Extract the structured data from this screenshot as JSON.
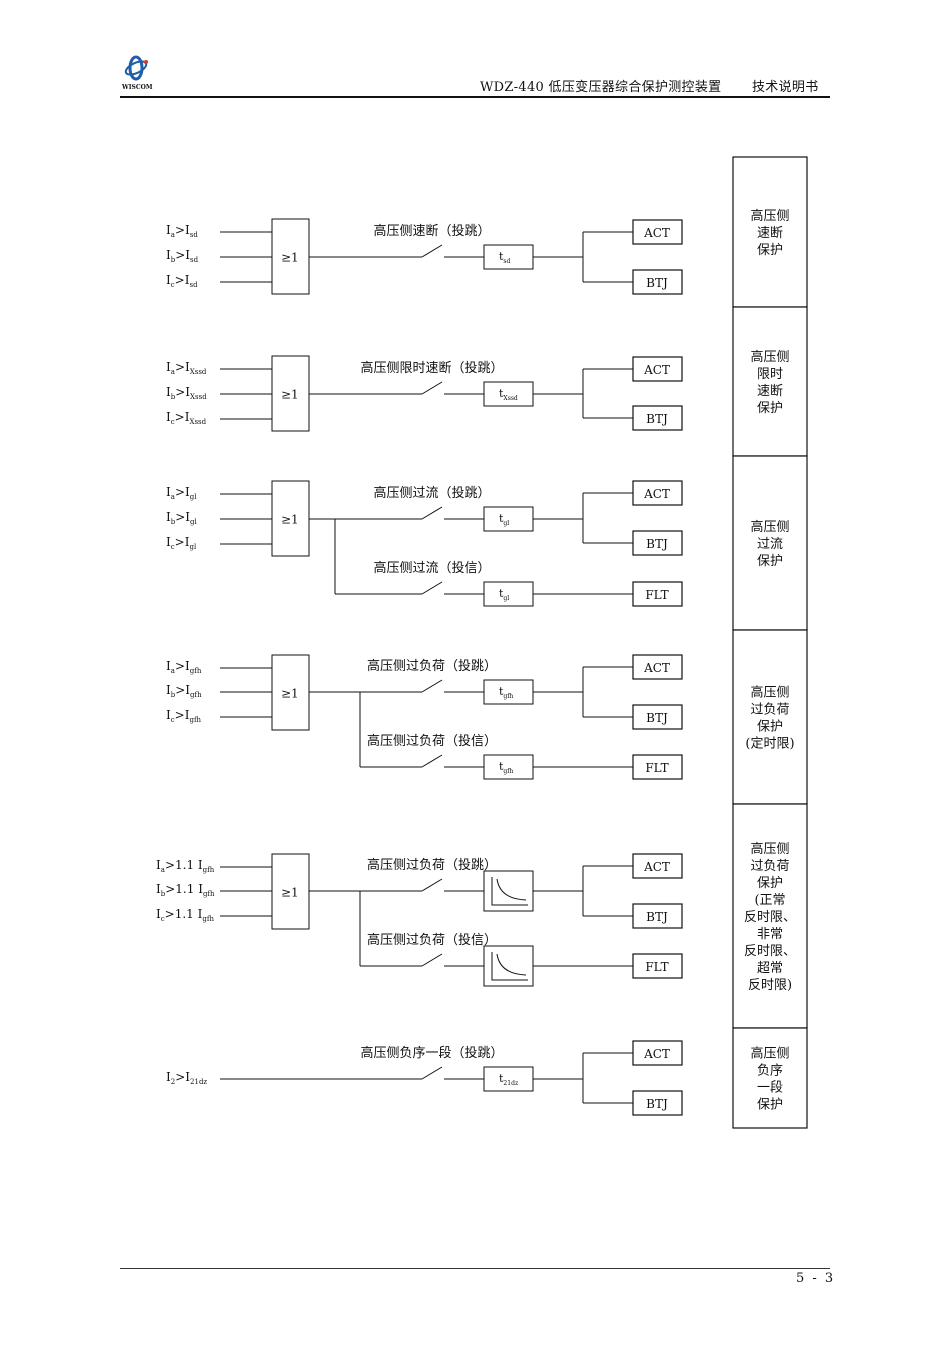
{
  "header": {
    "logo_text": "WISCOM",
    "title": "WDZ-440 低压变压器综合保护测控装置",
    "doc_type": "技术说明书"
  },
  "footer": {
    "page_number": "5 - 3"
  },
  "sections": [
    {
      "id": "sd",
      "inputs": [
        {
          "i": "I",
          "isub": "a",
          "t": "I",
          "tsub": "sd",
          "mult": ""
        },
        {
          "i": "I",
          "isub": "b",
          "t": "I",
          "tsub": "sd",
          "mult": ""
        },
        {
          "i": "I",
          "isub": "c",
          "t": "I",
          "tsub": "sd",
          "mult": ""
        }
      ],
      "gate": "≥1",
      "branches": [
        {
          "label": "高压侧速断（投跳）",
          "timer": {
            "type": "text",
            "main": "t",
            "sub": "sd"
          },
          "outputs": [
            "ACT",
            "BTJ"
          ]
        }
      ],
      "side_label": [
        "高压侧",
        "速断",
        "保护"
      ]
    },
    {
      "id": "xssd",
      "inputs": [
        {
          "i": "I",
          "isub": "a",
          "t": "I",
          "tsub": "Xssd",
          "mult": ""
        },
        {
          "i": "I",
          "isub": "b",
          "t": "I",
          "tsub": "Xssd",
          "mult": ""
        },
        {
          "i": "I",
          "isub": "c",
          "t": "I",
          "tsub": "Xssd",
          "mult": ""
        }
      ],
      "gate": "≥1",
      "branches": [
        {
          "label": "高压侧限时速断（投跳）",
          "timer": {
            "type": "text",
            "main": "t",
            "sub": "Xssd"
          },
          "outputs": [
            "ACT",
            "BTJ"
          ]
        }
      ],
      "side_label": [
        "高压侧",
        "限时",
        "速断",
        "保护"
      ]
    },
    {
      "id": "gl",
      "inputs": [
        {
          "i": "I",
          "isub": "a",
          "t": "I",
          "tsub": "gl",
          "mult": ""
        },
        {
          "i": "I",
          "isub": "b",
          "t": "I",
          "tsub": "gl",
          "mult": ""
        },
        {
          "i": "I",
          "isub": "c",
          "t": "I",
          "tsub": "gl",
          "mult": ""
        }
      ],
      "gate": "≥1",
      "branches": [
        {
          "label": "高压侧过流（投跳）",
          "timer": {
            "type": "text",
            "main": "t",
            "sub": "gl"
          },
          "outputs": [
            "ACT",
            "BTJ"
          ]
        },
        {
          "label": "高压侧过流（投信）",
          "timer": {
            "type": "text",
            "main": "t",
            "sub": "gl"
          },
          "outputs": [
            "FLT"
          ]
        }
      ],
      "side_label": [
        "高压侧",
        "过流",
        "保护"
      ]
    },
    {
      "id": "gfh",
      "inputs": [
        {
          "i": "I",
          "isub": "a",
          "t": "I",
          "tsub": "gfh",
          "mult": ""
        },
        {
          "i": "I",
          "isub": "b",
          "t": "I",
          "tsub": "gfh",
          "mult": ""
        },
        {
          "i": "I",
          "isub": "c",
          "t": "I",
          "tsub": "gfh",
          "mult": ""
        }
      ],
      "gate": "≥1",
      "branches": [
        {
          "label": "高压侧过负荷（投跳）",
          "timer": {
            "type": "text",
            "main": "t",
            "sub": "gfh"
          },
          "outputs": [
            "ACT",
            "BTJ"
          ]
        },
        {
          "label": "高压侧过负荷（投信）",
          "timer": {
            "type": "text",
            "main": "t",
            "sub": "gfh"
          },
          "outputs": [
            "FLT"
          ]
        }
      ],
      "side_label": [
        "高压侧",
        "过负荷",
        "保护",
        "(定时限)"
      ]
    },
    {
      "id": "fsx",
      "inputs": [
        {
          "i": "I",
          "isub": "a",
          "t": "I",
          "tsub": "gfh",
          "mult": "1.1"
        },
        {
          "i": "I",
          "isub": "b",
          "t": "I",
          "tsub": "gfh",
          "mult": "1.1"
        },
        {
          "i": "I",
          "isub": "c",
          "t": "I",
          "tsub": "gfh",
          "mult": "1.1"
        }
      ],
      "gate": "≥1",
      "branches": [
        {
          "label": "高压侧过负荷（投跳）",
          "timer": {
            "type": "curve"
          },
          "outputs": [
            "ACT",
            "BTJ"
          ]
        },
        {
          "label": "高压侧过负荷（投信）",
          "timer": {
            "type": "curve"
          },
          "outputs": [
            "FLT"
          ]
        }
      ],
      "side_label": [
        "高压侧",
        "过负荷",
        "保护",
        "(正常",
        "反时限、",
        "非常",
        "反时限、",
        "超常",
        "反时限)"
      ]
    },
    {
      "id": "fx",
      "inputs": [
        {
          "i": "I",
          "isub": "2",
          "t": "I",
          "tsub": "21dz",
          "mult": ""
        }
      ],
      "gate": "",
      "branches": [
        {
          "label": "高压侧负序一段（投跳）",
          "timer": {
            "type": "text",
            "main": "t",
            "sub": "21dz"
          },
          "outputs": [
            "ACT",
            "BTJ"
          ]
        }
      ],
      "side_label": [
        "高压侧",
        "负序",
        "一段",
        "保护"
      ]
    }
  ]
}
